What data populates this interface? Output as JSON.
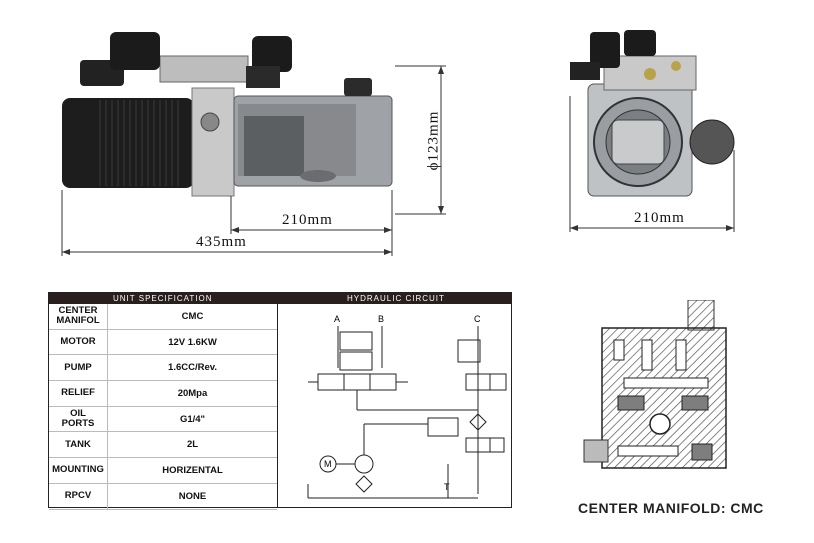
{
  "dimensions": {
    "left_length_short": "210mm",
    "left_length_total": "435mm",
    "diameter": "ϕ123mm",
    "right_width": "210mm"
  },
  "spec_table": {
    "header_left": "UNIT SPECIFICATION",
    "header_right": "HYDRAULIC CIRCUIT",
    "rows": [
      {
        "label": "CENTER\nMANIFOL",
        "value": "CMC"
      },
      {
        "label": "MOTOR",
        "value": "12V 1.6KW"
      },
      {
        "label": "PUMP",
        "value": "1.6CC/Rev."
      },
      {
        "label": "RELIEF",
        "value": "20Mpa"
      },
      {
        "label": "OIL\nPORTS",
        "value": "G1/4\""
      },
      {
        "label": "TANK",
        "value": "2L"
      },
      {
        "label": "MOUNTING",
        "value": "HORIZENTAL"
      },
      {
        "label": "RPCV",
        "value": "NONE"
      }
    ]
  },
  "circuit_labels": {
    "port_a": "A",
    "port_b": "B",
    "port_c": "C",
    "tank": "T",
    "motor": "M"
  },
  "caption": "CENTER MANIFOLD: CMC"
}
